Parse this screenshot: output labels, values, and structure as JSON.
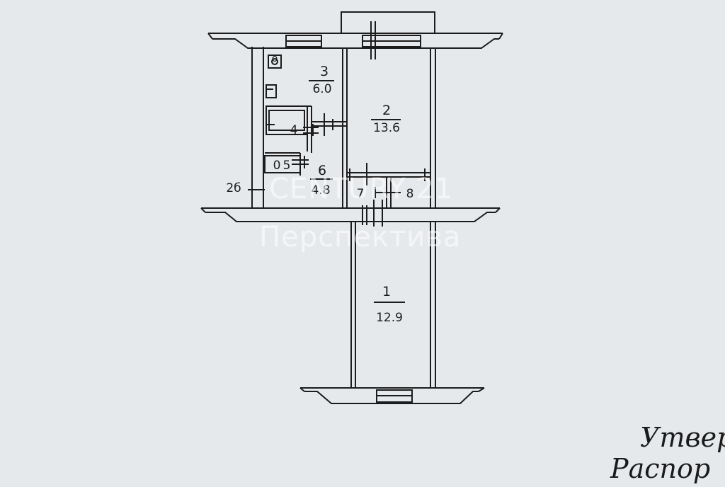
{
  "rooms": [
    {
      "number": "1",
      "area": "12.9"
    },
    {
      "number": "2",
      "area": "13.6"
    },
    {
      "number": "3",
      "area": "6.0"
    },
    {
      "number": "4",
      "area": ""
    },
    {
      "number": "5",
      "area": ""
    },
    {
      "number": "6",
      "area": "4.8"
    },
    {
      "number": "7",
      "area": ""
    },
    {
      "number": "8",
      "area": ""
    }
  ],
  "labels": {
    "room_2_6": "2б",
    "room_5_prefix": "0",
    "fixture_o": "o"
  },
  "watermark": {
    "line1": "CENTURY 21",
    "line2": "Перспектива"
  },
  "signature": {
    "line1": "Утвер",
    "line2": "Распор"
  },
  "colors": {
    "paper": "#e6e9ec",
    "ink": "#1c1c1c"
  }
}
